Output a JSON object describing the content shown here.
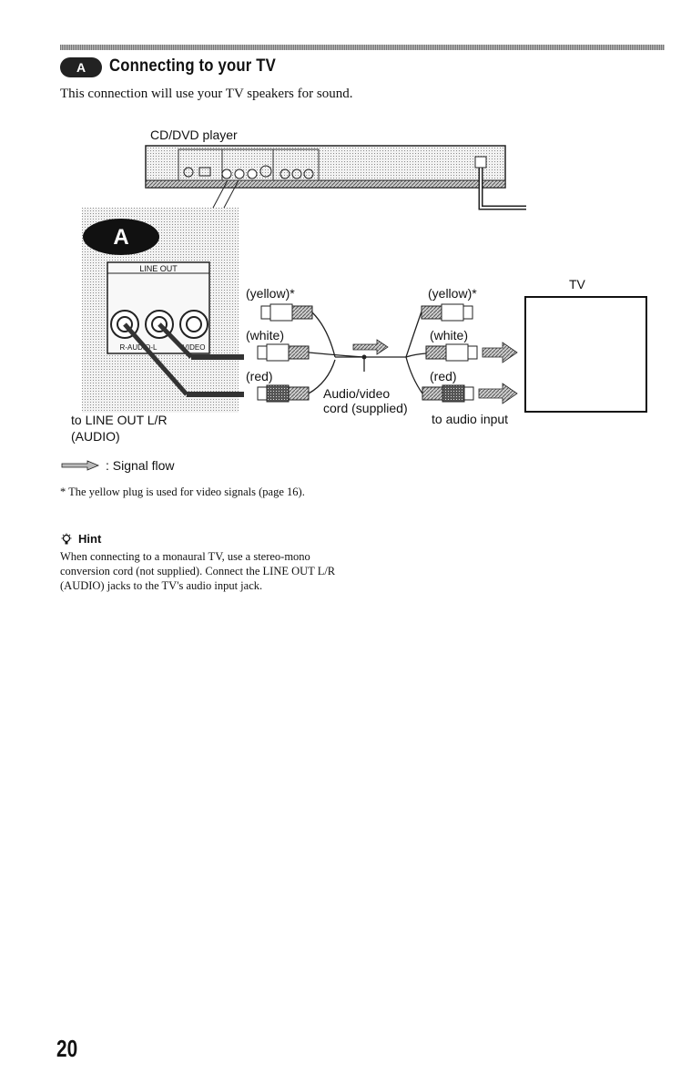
{
  "section": {
    "badge": "A",
    "title": "Connecting to your TV",
    "intro": "This connection will use your TV speakers for sound."
  },
  "diagram": {
    "player_label": "CD/DVD player",
    "callout_badge": "A",
    "jack_panel_label": "LINE OUT",
    "jack_audio_label": "R-AUDIO-L",
    "jack_video_label": "VIDEO",
    "plug_labels_left": [
      "(yellow)*",
      "(white)",
      "(red)"
    ],
    "plug_labels_right": [
      "(yellow)*",
      "(white)",
      "(red)"
    ],
    "cord_label_line1": "Audio/video",
    "cord_label_line2": "cord (supplied)",
    "tv_label": "TV",
    "to_line_out_line1": "to LINE OUT L/R",
    "to_line_out_line2": "(AUDIO)",
    "to_audio_input": "to audio input"
  },
  "legend": {
    "text": ": Signal flow"
  },
  "footnote": "* The yellow plug is used for video signals (page 16).",
  "hint": {
    "heading": "Hint",
    "body": "When connecting to a monaural TV, use a stereo-mono conversion cord (not supplied). Connect the LINE OUT L/R (AUDIO) jacks to the TV's audio input jack."
  },
  "page_number": "20"
}
